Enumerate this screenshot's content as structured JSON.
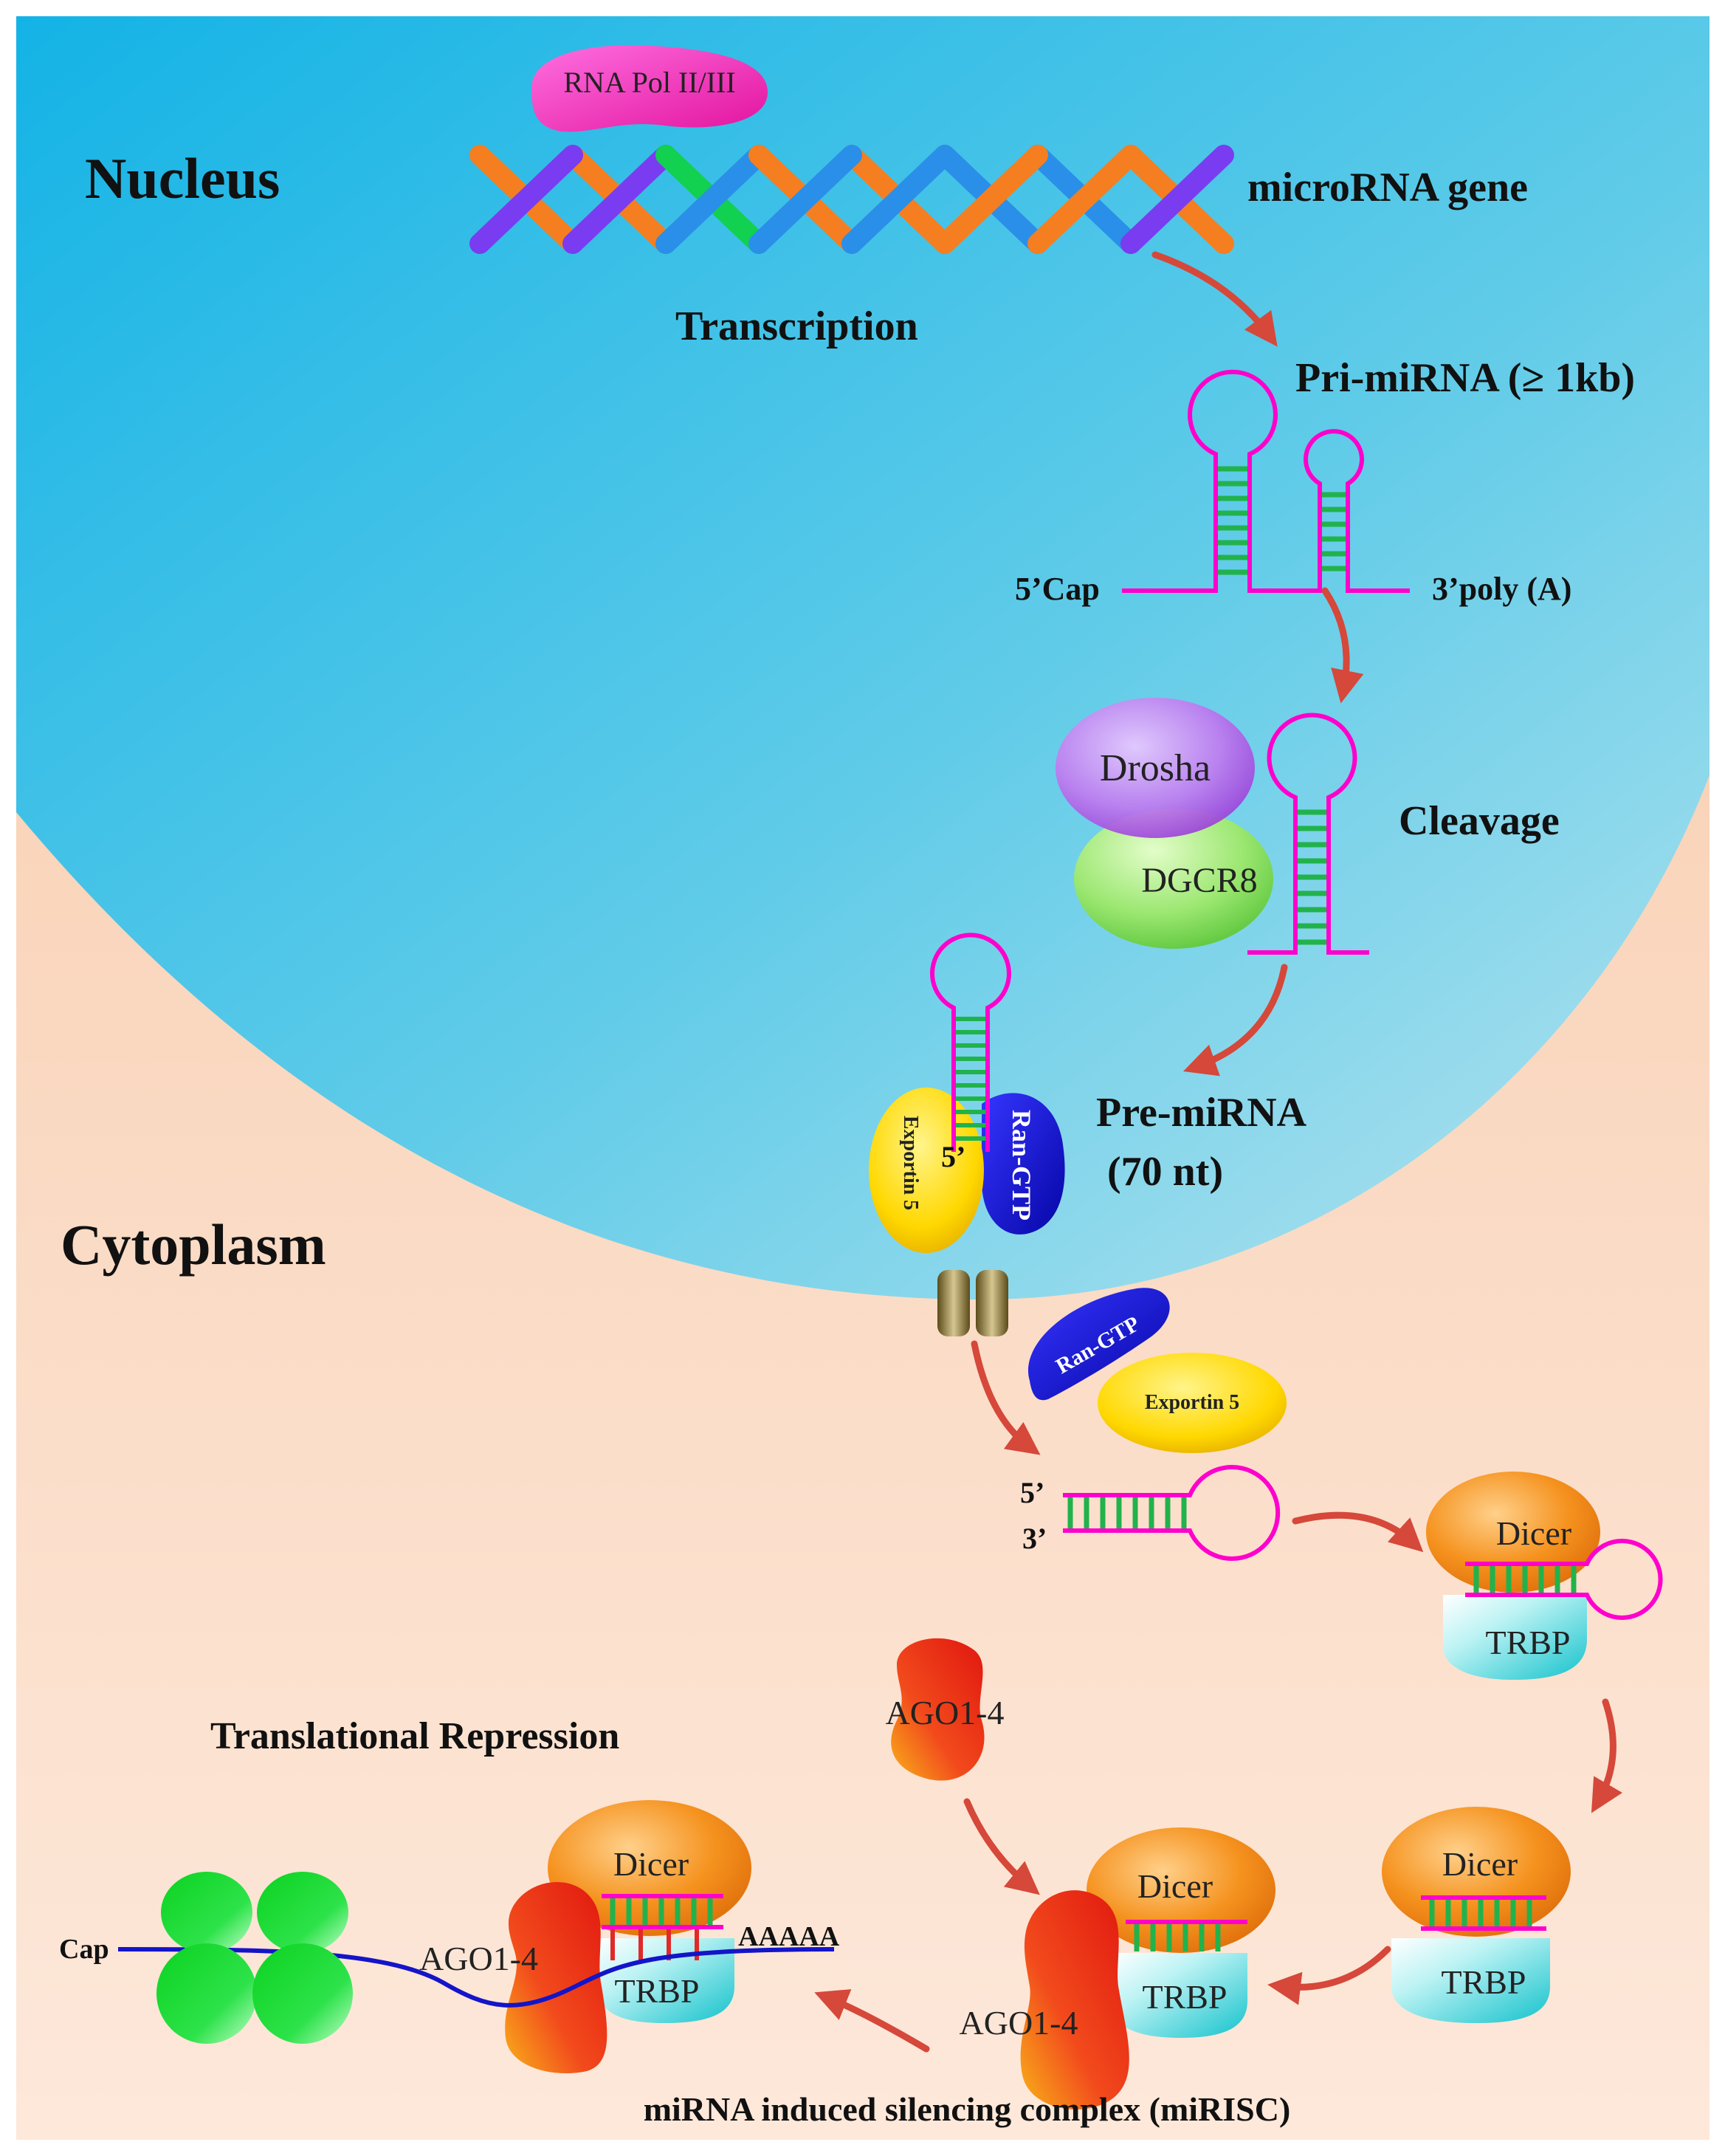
{
  "regions": {
    "nucleus": "Nucleus",
    "cytoplasm": "Cytoplasm"
  },
  "labels": {
    "rna_pol": "RNA Pol II/III",
    "microrna_gene": "microRNA gene",
    "transcription": "Transcription",
    "pri_mirna": "Pri-miRNA (≥ 1kb)",
    "five_cap": "5’Cap",
    "three_polya": "3’poly (A)",
    "drosha": "Drosha",
    "dgcr8": "DGCR8",
    "cleavage": "Cleavage",
    "pre_mirna": "Pre-miRNA",
    "pre_mirna_len": "(70 nt)",
    "exportin5": "Exportin 5",
    "ran_gtp": "Ran-GTP",
    "five_prime": "5’",
    "three_prime": "3’",
    "dicer": "Dicer",
    "trbp": "TRBP",
    "ago": "AGO1-4",
    "translational_repression": "Translational Repression",
    "cap": "Cap",
    "polya_tail": "AAAAA",
    "mirisc": "miRNA induced silencing complex (miRISC)"
  },
  "colors": {
    "nucleus_top": "#1fb9e6",
    "nucleus_bottom": "#a9e0ee",
    "cytoplasm": "#f9d6bd",
    "rna_strand": "#ff00cc",
    "base_pairs": "#22b24c",
    "arrow": "#d5483a",
    "dicer": "#f08a1c",
    "trbp": "#19c7cf",
    "ago": "#e8321e",
    "exportin": "#ffd400",
    "ran_gtp": "#1a1ad0",
    "ribosome": "#1fd831",
    "mrna": "#1414c8"
  }
}
